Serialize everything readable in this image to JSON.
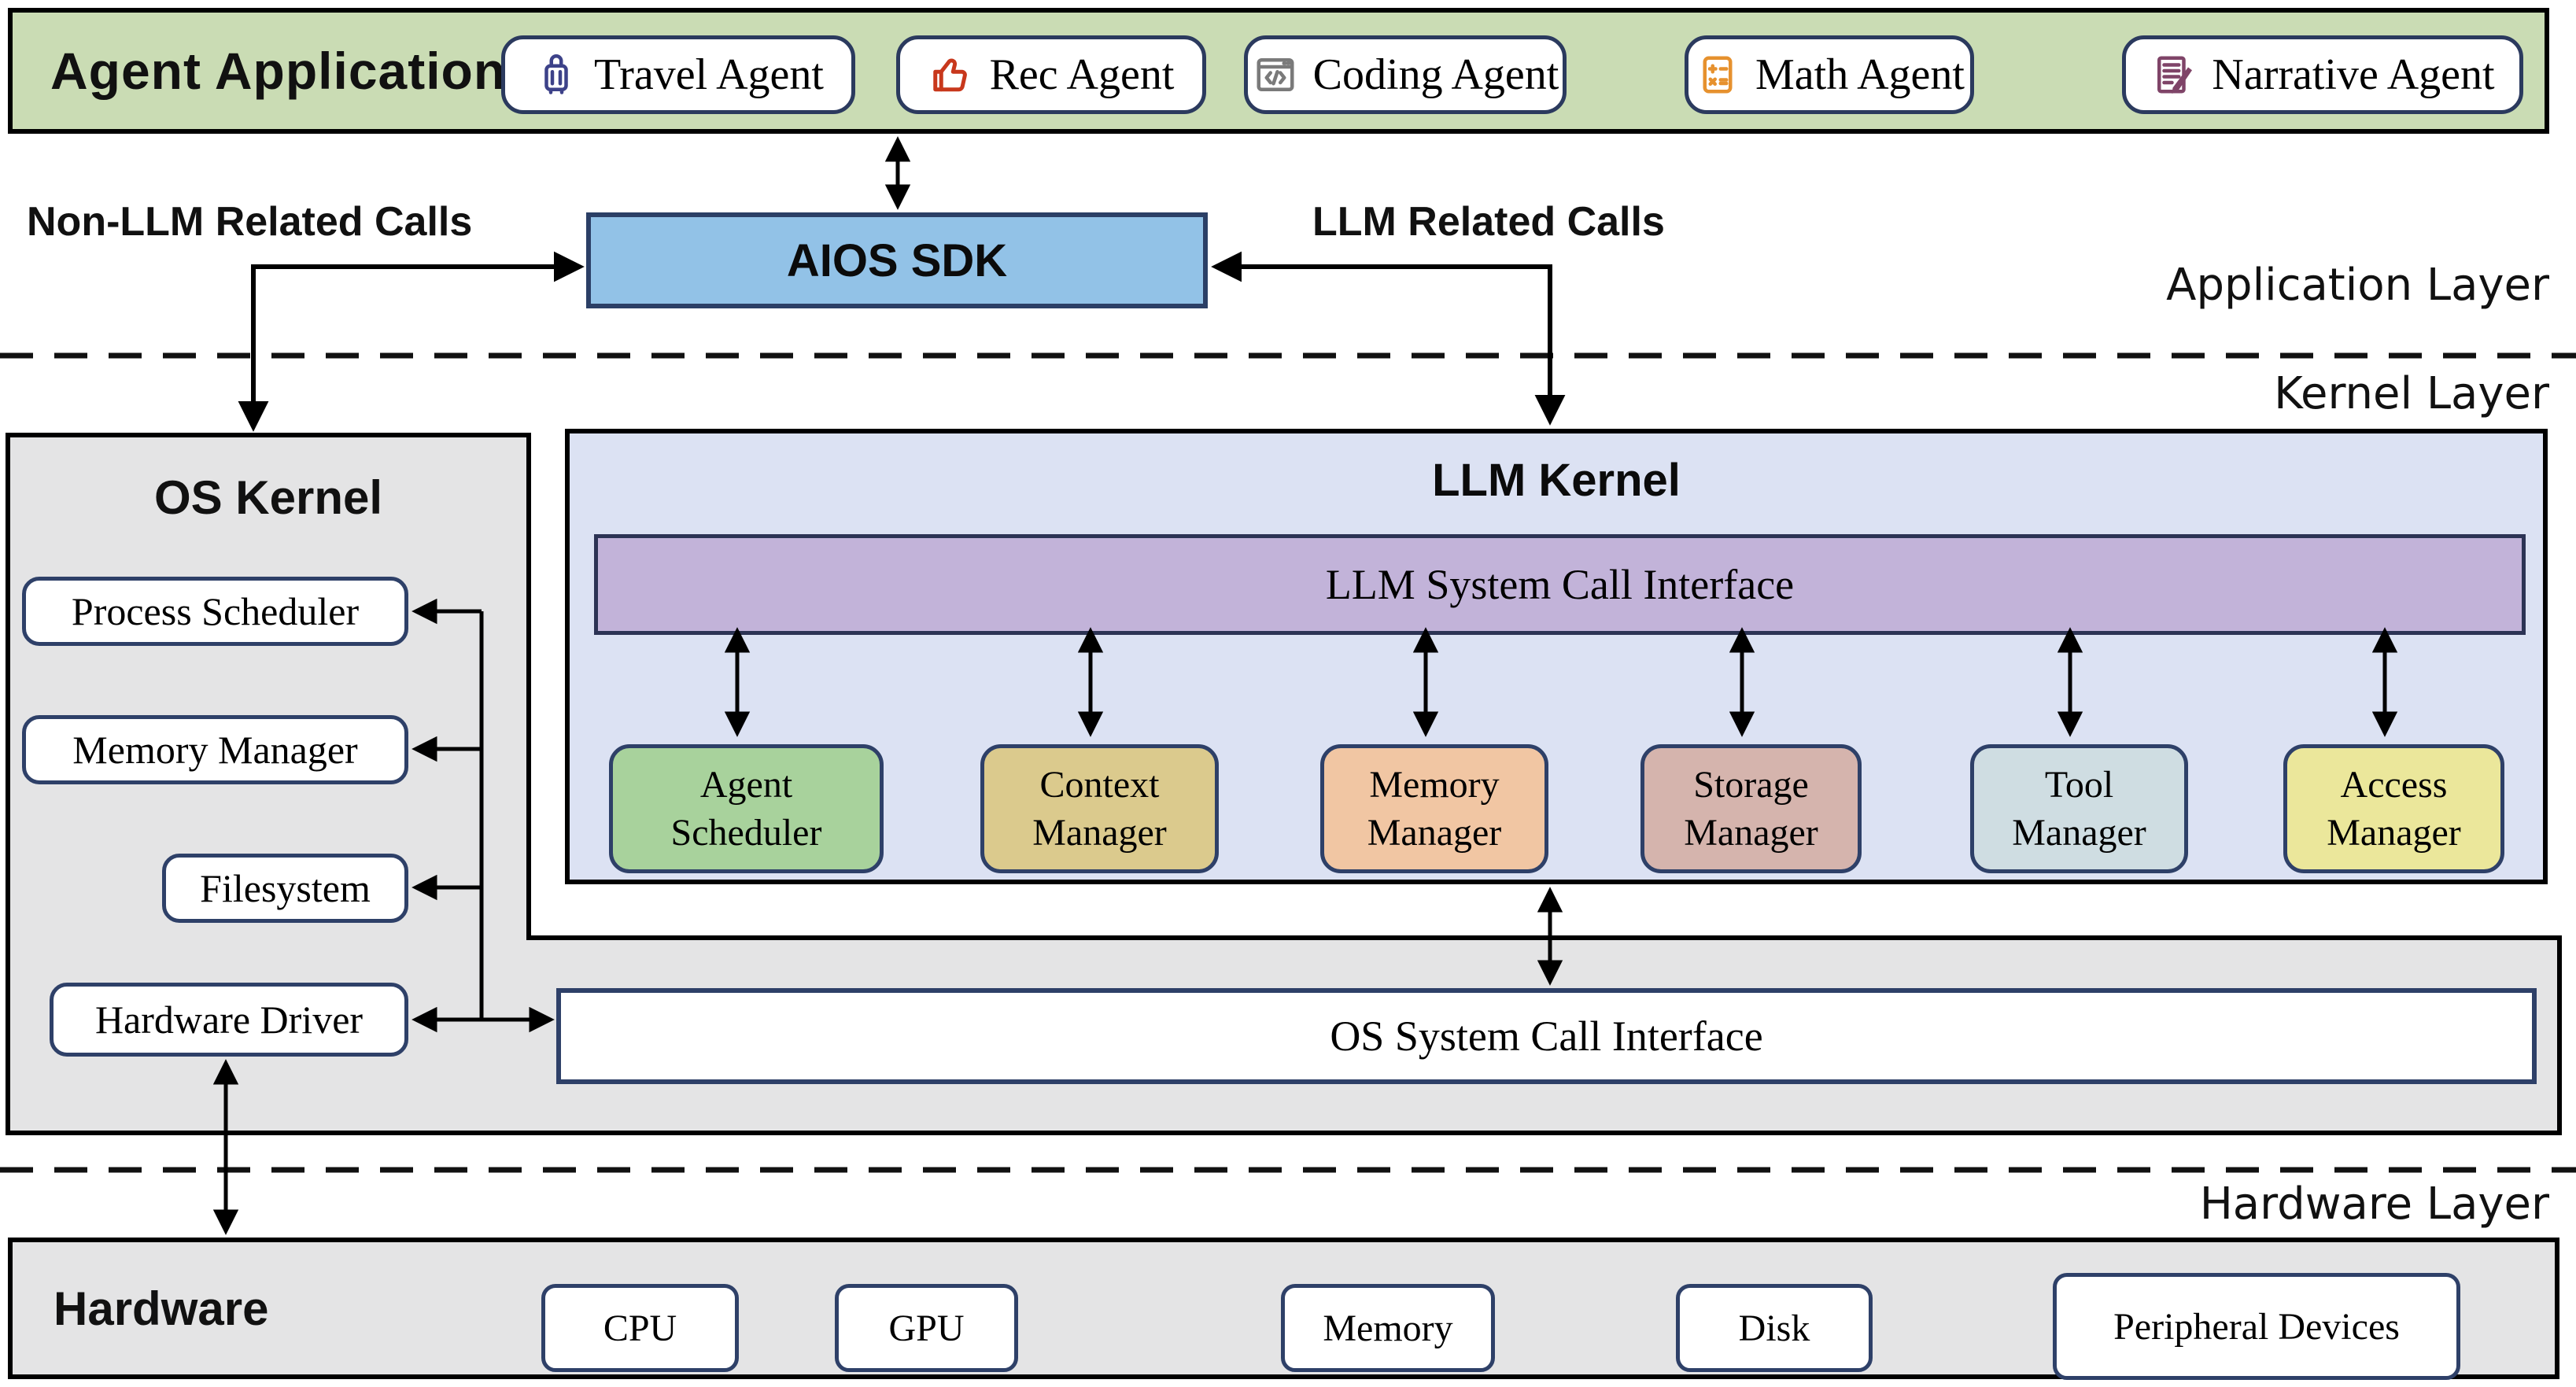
{
  "palette": {
    "green_bar_bg": "#cadcb4",
    "panel_gray": "#e4e4e5",
    "sdk_blue": "#92c2e7",
    "kernel_lavender": "#dce2f3",
    "interface_purple": "#c2b3d9",
    "navy_border": "#2e4068",
    "line_black": "#000000"
  },
  "app_bar": {
    "title": "Agent Applications",
    "agents": [
      {
        "label": "Travel Agent",
        "icon": "suitcase-icon",
        "color": "#3d4289"
      },
      {
        "label": "Rec Agent",
        "icon": "thumbs-up-icon",
        "color": "#c8381c"
      },
      {
        "label": "Coding Agent",
        "icon": "code-window-icon",
        "color": "#7a7a7a"
      },
      {
        "label": "Math Agent",
        "icon": "calculator-icon",
        "color": "#e6912e"
      },
      {
        "label": "Narrative Agent",
        "icon": "document-pen-icon",
        "color": "#7f4468"
      }
    ]
  },
  "calls": {
    "non_llm": "Non-LLM Related Calls",
    "llm": "LLM Related Calls"
  },
  "sdk": {
    "label": "AIOS SDK"
  },
  "layers": {
    "application": "Application Layer",
    "kernel": "Kernel Layer",
    "hardware": "Hardware Layer"
  },
  "os_kernel": {
    "title": "OS Kernel",
    "items": [
      {
        "label": "Process Scheduler"
      },
      {
        "label": "Memory Manager"
      },
      {
        "label": "Filesystem"
      },
      {
        "label": "Hardware Driver"
      }
    ]
  },
  "llm_kernel": {
    "title": "LLM Kernel",
    "interface_label": "LLM System Call Interface",
    "managers": [
      {
        "line1": "Agent",
        "line2": "Scheduler",
        "bg": "#a8d29c"
      },
      {
        "line1": "Context",
        "line2": "Manager",
        "bg": "#dbca8d"
      },
      {
        "line1": "Memory",
        "line2": "Manager",
        "bg": "#f1c6a3"
      },
      {
        "line1": "Storage",
        "line2": "Manager",
        "bg": "#d5b4ad"
      },
      {
        "line1": "Tool",
        "line2": "Manager",
        "bg": "#cfdde2"
      },
      {
        "line1": "Access",
        "line2": "Manager",
        "bg": "#ebe79b"
      }
    ]
  },
  "os_interface": {
    "label": "OS System Call Interface"
  },
  "hardware": {
    "title": "Hardware",
    "devices": [
      {
        "label": "CPU"
      },
      {
        "label": "GPU"
      },
      {
        "label": "Memory"
      },
      {
        "label": "Disk"
      },
      {
        "label": "Peripheral Devices"
      }
    ]
  }
}
